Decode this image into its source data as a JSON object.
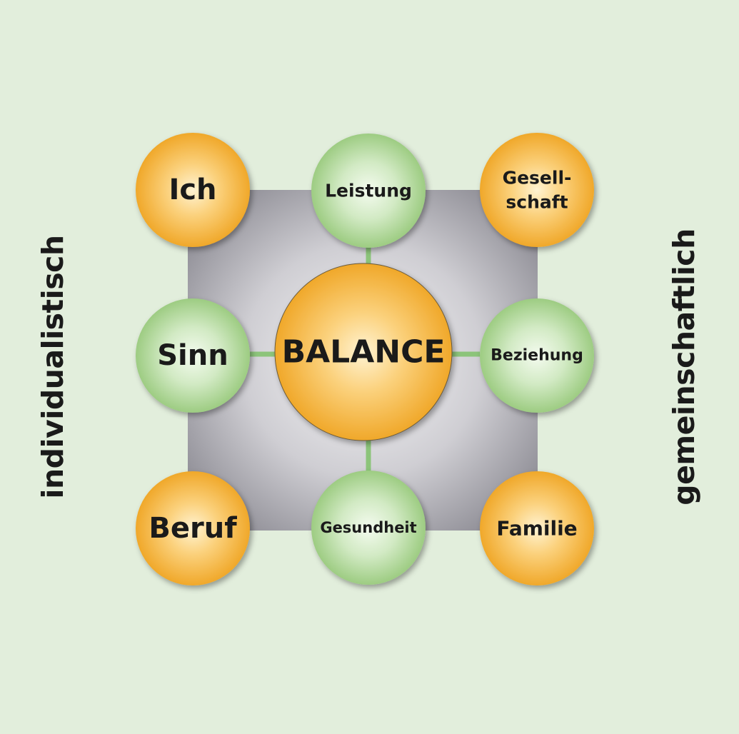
{
  "labels": {
    "left": "individualistisch",
    "right": "gemeinschaftlich"
  },
  "colors": {
    "background": "#e2eedc",
    "orange_light": "#fff3d2",
    "orange_dark": "#f0a82a",
    "green_light": "#f4fbef",
    "green_dark": "#9dcc82",
    "gray_light": "#f6f6f7",
    "gray_dark": "#8e8d95",
    "connector": "#8cc47a"
  },
  "center": {
    "text": "BALANCE",
    "color": "orange"
  },
  "nodes": [
    {
      "id": "ich",
      "lines": [
        "Ich"
      ],
      "color": "orange"
    },
    {
      "id": "leistung",
      "lines": [
        "Leistung"
      ],
      "color": "green"
    },
    {
      "id": "gesellschaft",
      "lines": [
        "Gesell-",
        "schaft"
      ],
      "color": "orange"
    },
    {
      "id": "sinn",
      "lines": [
        "Sinn"
      ],
      "color": "green"
    },
    {
      "id": "beziehung",
      "lines": [
        "Beziehung"
      ],
      "color": "green"
    },
    {
      "id": "beruf",
      "lines": [
        "Beruf"
      ],
      "color": "orange"
    },
    {
      "id": "gesundheit",
      "lines": [
        "Gesundheit"
      ],
      "color": "green"
    },
    {
      "id": "familie",
      "lines": [
        "Familie"
      ],
      "color": "orange"
    }
  ]
}
